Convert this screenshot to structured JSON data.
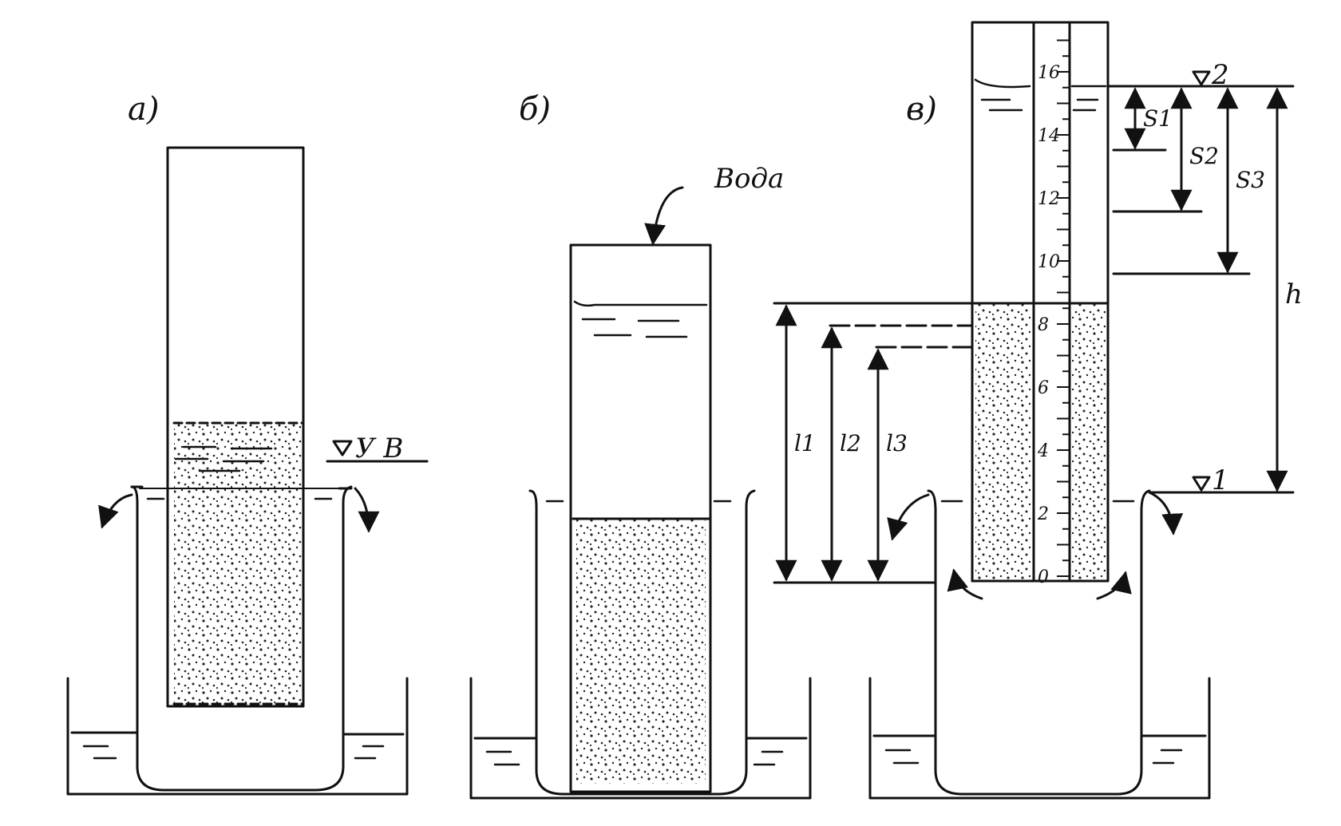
{
  "panels": {
    "a": {
      "label": "а)",
      "water_level": "У В"
    },
    "b": {
      "label": "б)",
      "inflow": "Вода"
    },
    "c": {
      "label": "в)",
      "levels": {
        "top": "2",
        "bottom": "1"
      },
      "dims": {
        "s1": "S1",
        "s2": "S2",
        "s3": "S3",
        "h": "h",
        "l1": "l1",
        "l2": "l2",
        "l3": "l3"
      },
      "scale_ticks": [
        "0",
        "2",
        "4",
        "6",
        "8",
        "10",
        "12",
        "14",
        "16"
      ]
    }
  }
}
